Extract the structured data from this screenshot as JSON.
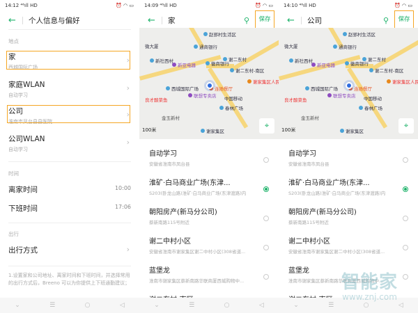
{
  "colors": {
    "accent": "#1fb36b",
    "highlight": "#f5a623"
  },
  "screen1": {
    "time": "14:12",
    "signal": "⁴⁶ıll HD",
    "title": "个人信息与偏好",
    "section_location": "地点",
    "items": [
      {
        "title": "家",
        "sub": "西城国际广场"
      },
      {
        "title": "家庭WLAN",
        "sub": "自动学习"
      },
      {
        "title": "公司",
        "sub": "淮南市凤台县县医院"
      },
      {
        "title": "公司WLAN",
        "sub": "自动学习"
      }
    ],
    "section_time": "时间",
    "leave_home": {
      "label": "离家时间",
      "value": "10:00"
    },
    "off_work": {
      "label": "下班时间",
      "value": "17:06"
    },
    "section_travel": "出行",
    "travel_mode": "出行方式",
    "footnote": "1.设置家和公司地址、离家时间和下班时间，并选择常用的出行方式后，Breeno 可以为你提供上下班通勤建议；"
  },
  "map": {
    "scale": "100米",
    "pois": [
      "赵郢村生活区",
      "徽商银行",
      "通商银行",
      "谢二东村",
      "新社西村",
      "新亚电器",
      "谢二东村-南区",
      "西城国际广场",
      "连扬餐厅",
      "谢家集区人民法院",
      "中国移动",
      "联想专卖店",
      "良才酸菜鱼",
      "春林广场",
      "金玉新村",
      "谢家集区",
      "微大厦"
    ]
  },
  "screen2": {
    "time": "14:09",
    "signal": "⁴⁶ıll HD",
    "title": "家",
    "save": "保存"
  },
  "screen3": {
    "time": "14:10",
    "signal": "⁴⁶ıll HD",
    "title": "公司",
    "save": "保存"
  },
  "places": [
    {
      "title": "自动学习",
      "sub": "安徽省淮南市凤台县",
      "selected": false
    },
    {
      "title": "淮矿·白马商业广场(东津...",
      "sub": "S203(卧龙山路)淮矿·白马商业广场(东津渡路)内",
      "selected": true
    },
    {
      "title": "朝阳房产(新马分公司)",
      "sub": "蔡新南路115号附近",
      "selected": false
    },
    {
      "title": "谢二中村小区",
      "sub": "安徽省淮南市谢家集区谢二中村小区(308省道...",
      "selected": false
    },
    {
      "title": "蓝堡龙",
      "sub": "淮南市谢家集区蔡新南路华联商厦西城购物中...",
      "selected": false
    },
    {
      "title": "谢二东村-南区",
      "sub": "",
      "selected": false
    }
  ],
  "nav": {
    "down": "⌄",
    "menu": "☰",
    "home": "○",
    "back": "◁"
  },
  "watermark": {
    "cn": "智能家",
    "url": "www.znj.com"
  }
}
